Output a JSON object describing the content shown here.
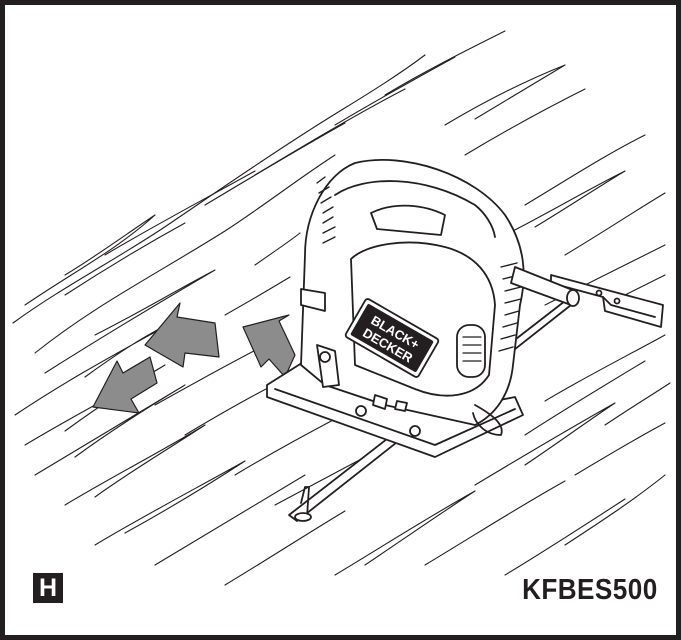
{
  "figure": {
    "badge_letter": "H",
    "model_code": "KFBES500"
  },
  "tool": {
    "brand_logo_line1": "BLACK+",
    "brand_logo_line2": "DECKER"
  },
  "colors": {
    "frame": "#231f20",
    "arrow_fill": "#8c8c8c",
    "line_art": "#231f20",
    "background": "#ffffff"
  },
  "icons": {
    "dust_arrows": "blower-direction-arrows-icon",
    "jigsaw": "jigsaw-tool-icon"
  }
}
